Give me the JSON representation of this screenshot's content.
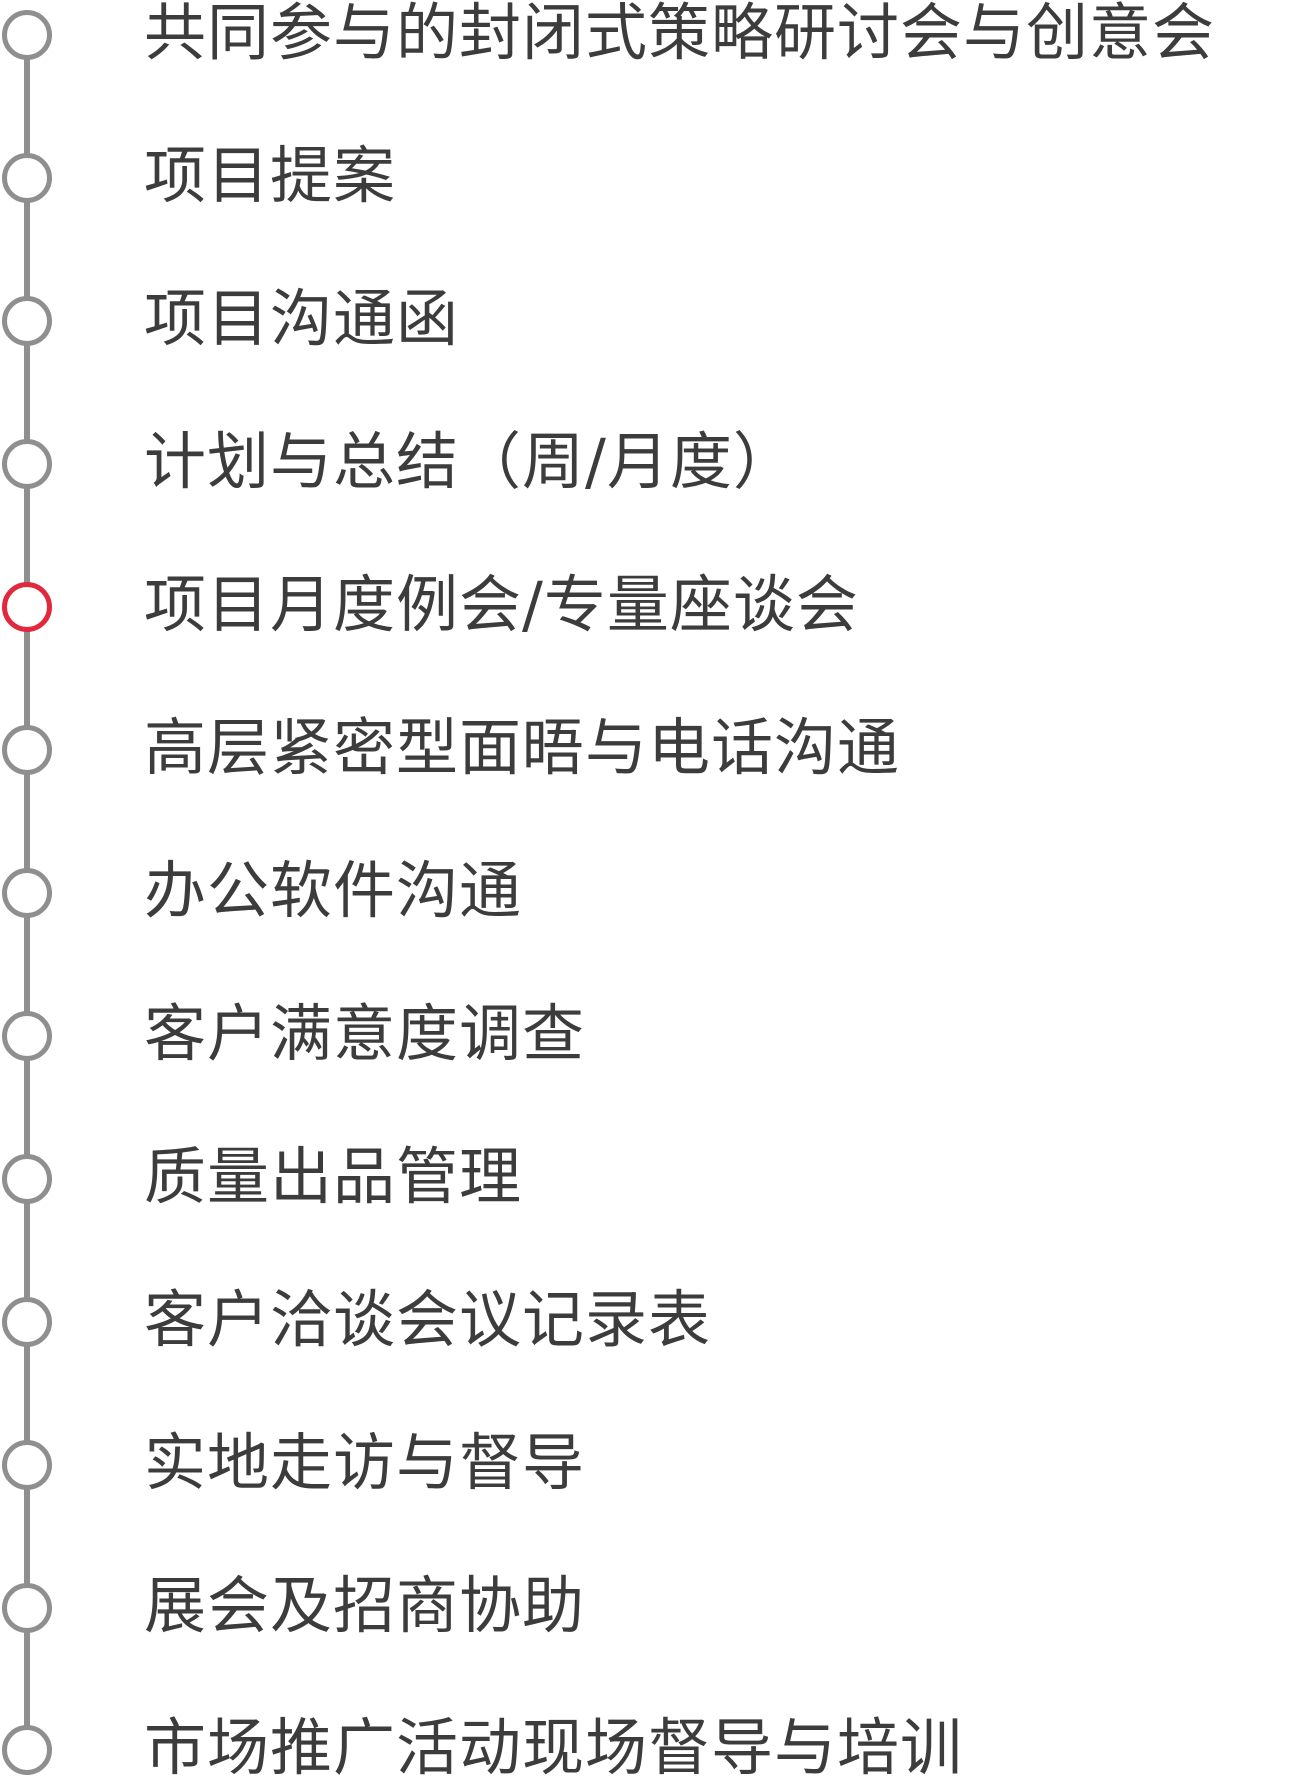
{
  "colors": {
    "line": "#8f8f8f",
    "node_default": "#8f8f8f",
    "node_active": "#e1283c",
    "text": "#3c3c3c"
  },
  "timeline": {
    "active_index": 4,
    "items": [
      {
        "label": "共同参与的封闭式策略研讨会与创意会"
      },
      {
        "label": "项目提案"
      },
      {
        "label": "项目沟通函"
      },
      {
        "label": "计划与总结（周/月度）"
      },
      {
        "label": "项目月度例会/专量座谈会"
      },
      {
        "label": "高层紧密型面晤与电话沟通"
      },
      {
        "label": "办公软件沟通"
      },
      {
        "label": "客户满意度调查"
      },
      {
        "label": "质量出品管理"
      },
      {
        "label": "客户洽谈会议记录表"
      },
      {
        "label": "实地走访与督导"
      },
      {
        "label": "展会及招商协助"
      },
      {
        "label": "市场推广活动现场督导与培训"
      }
    ]
  }
}
